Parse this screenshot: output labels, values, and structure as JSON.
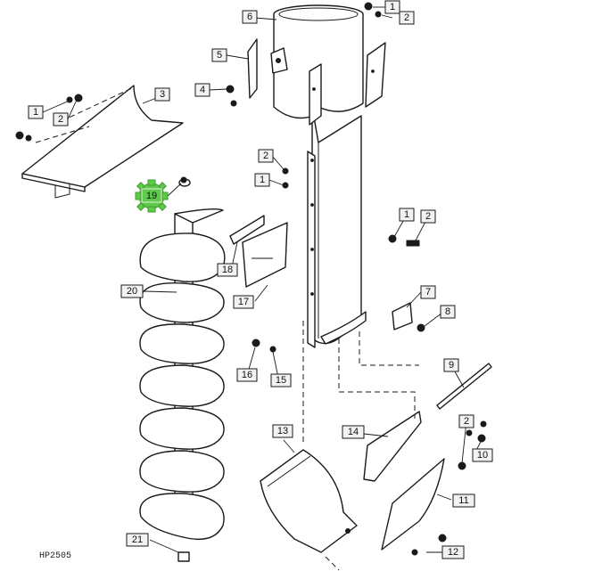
{
  "diagram": {
    "figure_code": "HP2505",
    "highlighted_callout": "19",
    "highlight_color": "#5ec94a",
    "callouts": [
      {
        "id": "c1a",
        "label": "1"
      },
      {
        "id": "c2a",
        "label": "2"
      },
      {
        "id": "c6",
        "label": "6"
      },
      {
        "id": "c5",
        "label": "5"
      },
      {
        "id": "c4",
        "label": "4"
      },
      {
        "id": "c3",
        "label": "3"
      },
      {
        "id": "c1b",
        "label": "1"
      },
      {
        "id": "c2b",
        "label": "2"
      },
      {
        "id": "c2c",
        "label": "2"
      },
      {
        "id": "c1c",
        "label": "1"
      },
      {
        "id": "c19",
        "label": "19"
      },
      {
        "id": "c1d",
        "label": "1"
      },
      {
        "id": "c2d",
        "label": "2"
      },
      {
        "id": "c18",
        "label": "18"
      },
      {
        "id": "c17",
        "label": "17"
      },
      {
        "id": "c20",
        "label": "20"
      },
      {
        "id": "c7",
        "label": "7"
      },
      {
        "id": "c8",
        "label": "8"
      },
      {
        "id": "c16",
        "label": "16"
      },
      {
        "id": "c15",
        "label": "15"
      },
      {
        "id": "c9",
        "label": "9"
      },
      {
        "id": "c13",
        "label": "13"
      },
      {
        "id": "c14",
        "label": "14"
      },
      {
        "id": "c2e",
        "label": "2"
      },
      {
        "id": "c10",
        "label": "10"
      },
      {
        "id": "c11",
        "label": "11"
      },
      {
        "id": "c21",
        "label": "21"
      },
      {
        "id": "c12",
        "label": "12"
      }
    ]
  }
}
